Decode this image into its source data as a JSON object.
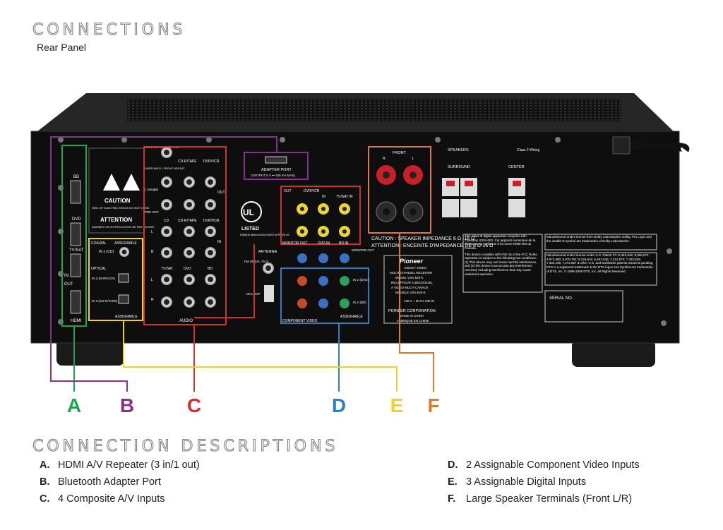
{
  "header": {
    "title": "CONNECTIONS",
    "subtitle": "Rear Panel"
  },
  "panel": {
    "hdmi": {
      "bd": "BD",
      "dvd": "DVD",
      "tvsat": "TV/SAT",
      "in": "IN",
      "out": "OUT",
      "hdmi": "HDMI"
    },
    "warning": {
      "caution": "CAUTION",
      "caution_text": "RISK OF ELECTRIC SHOCK DO NOT OPEN",
      "attention": "ATTENTION",
      "attention_text": "DANGER D'ELECTROCUTION NE PAS OUVRIR"
    },
    "coaxial": "COAXIAL",
    "assignable": "ASSIGNABLE",
    "in1_cd": "IN 1 (CD)",
    "optical": "OPTICAL",
    "in2_dvr": "IN 2 (DVR/VCR)",
    "in3_cd": "IN 3 (CD-R/TAPE)",
    "subwoofer": "SUBWOOFER PRE OUT",
    "adapter": {
      "title": "ADAPTER PORT",
      "spec": "(OUTPUT 5 V ⎓ 100 mA MAX)"
    },
    "audio": {
      "label": "AUDIO",
      "surr_back": "SURR BACK / FRONT HEIGHT",
      "single": "L (Single)",
      "preout": "PRE OUT",
      "cd": "CD",
      "cdr": "CD-R/TAPE",
      "dvrvcr": "DVR/VCR",
      "tvsat": "TV/SAT",
      "dvd": "DVD",
      "bd": "BD",
      "l": "L",
      "r": "R",
      "in": "IN",
      "out": "OUT"
    },
    "ul": {
      "listed": "LISTED",
      "code": "E306816 4BW3 AUDIO/VIDEO APPARATUS"
    },
    "video": {
      "out": "OUT",
      "dvrvcr": "DVR/VCR",
      "in": "IN",
      "tvsat_in": "TV/SAT IN",
      "monitor_out": "MONITOR OUT",
      "dvd_in": "DVD IN",
      "bd_in": "BD IN"
    },
    "antenna": {
      "title": "ANTENNA",
      "fm": "FM UNBAL 75 Ω",
      "am": "AM LOOP"
    },
    "component": {
      "label": "COMPONENT VIDEO",
      "assignable": "ASSIGNABLE",
      "monitor_out": "MONITOR OUT",
      "in1": "IN 1 (DVD)",
      "in2": "IN 2 (BD)"
    },
    "speakers": {
      "front": "FRONT",
      "r": "R",
      "l": "L",
      "title": "SPEAKERS",
      "class": "Class 2 Wiring",
      "surround": "SURROUND",
      "center": "CENTER",
      "caution": "CAUTION : SPEAKER IMPEDANCE 6 Ω -16 Ω",
      "attention": "ATTENTION : ENCEINTE D'IMPEDANCE DE 6 Ω-16 Ω"
    },
    "label": {
      "brand": "Pioneer",
      "line1": "AUDIO / VIDEO",
      "line2": "MULTI-CHANNEL RECEIVER",
      "model": "MODEL VSX-520-K",
      "line4": "RECEPTEUR AUDIOVISUEL",
      "line5": "A VIDEO MULTI-CANAUX",
      "line6": "MODELE VSX-520-K",
      "power": "120 V ~ 60 Hz 240 W",
      "corp": "PIONEER CORPORATION",
      "made": "MADE IN CHINA",
      "fab": "FABRIQUE EN CHINE"
    },
    "fcc": "This Class B digital apparatus complies with Canadian ICES-003. Cet appareil numérique de la Classe B est conforme à la norme NMB-003 du Canada.",
    "fcc2": "This device complies with Part 15 of the FCC Rules. Operation is subject to the following two conditions: (1) This device may not cause harmful interference, and (2) this device must accept any interference received, including interference that may cause undesired operation.",
    "dolby": "Manufactured under license from Dolby Laboratories. Dolby, Pro Logic and the double-D symbol are trademarks of Dolby Laboratories.",
    "dts": "Manufactured under license under U.S. Patent #'s: 5,451,942; 5,956,674; 5,974,380; 5,978,762; 6,226,616; 6,487,535; 7,212,872; 7,333,929; 7,392,195; 7,272,567 & other U.S. and worldwide patents issued & pending. DTS is a registered trademark & the DTS logos and Symbol are trademarks of DTS, Inc. © 1996-2008 DTS, Inc. All Rights Reserved.",
    "serial": "SERIAL NO."
  },
  "callouts": [
    {
      "letter": "A",
      "color": "#1aa64a"
    },
    {
      "letter": "B",
      "color": "#8b2f8f"
    },
    {
      "letter": "C",
      "color": "#d42f2f"
    },
    {
      "letter": "D",
      "color": "#2f7fc4"
    },
    {
      "letter": "E",
      "color": "#f2d21a"
    },
    {
      "letter": "F",
      "color": "#e07a2a"
    }
  ],
  "descriptions": {
    "title": "CONNECTION DESCRIPTIONS",
    "items": [
      {
        "letter": "A.",
        "text": "HDMI A/V Repeater (3 in/1 out)"
      },
      {
        "letter": "B.",
        "text": "Bluetooth Adapter Port"
      },
      {
        "letter": "C.",
        "text": "4 Composite A/V Inputs"
      },
      {
        "letter": "D.",
        "text": "2 Assignable Component Video Inputs"
      },
      {
        "letter": "E.",
        "text": "3 Assignable Digital Inputs"
      },
      {
        "letter": "F.",
        "text": "Large Speaker Terminals (Front L/R)"
      }
    ]
  }
}
